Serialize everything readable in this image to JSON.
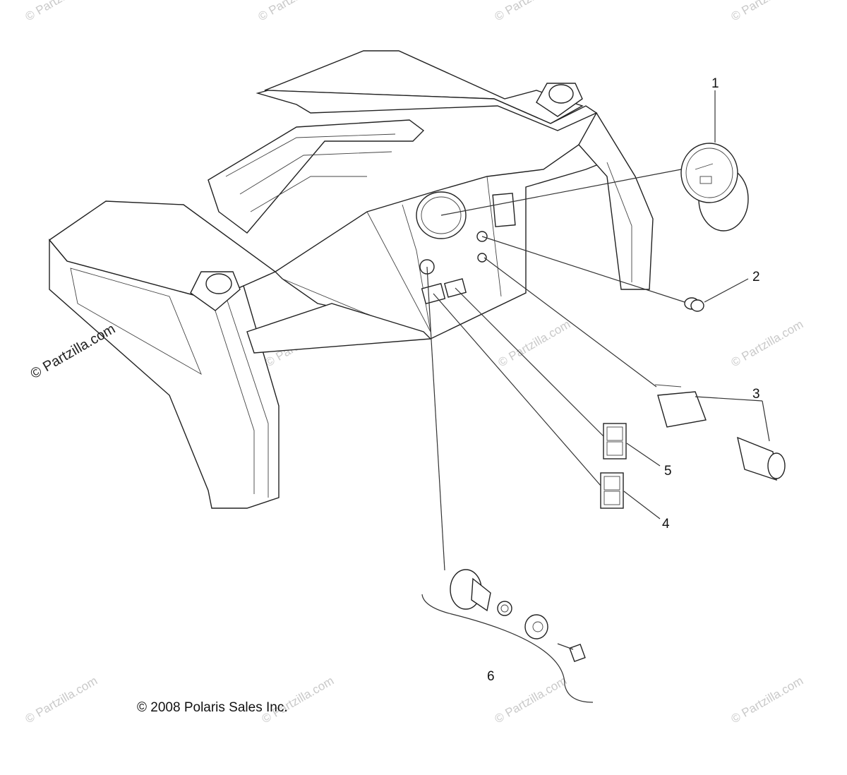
{
  "callouts": [
    {
      "id": "1",
      "label": "1"
    },
    {
      "id": "2",
      "label": "2"
    },
    {
      "id": "3",
      "label": "3"
    },
    {
      "id": "4",
      "label": "4"
    },
    {
      "id": "5",
      "label": "5"
    },
    {
      "id": "6",
      "label": "6"
    }
  ],
  "copyright": "© 2008 Polaris Sales Inc.",
  "watermark_main": "© Partzilla.com",
  "watermark_small": "© Partzilla.com",
  "colors": {
    "line": "#222222",
    "watermark": "#c9c9c9",
    "background": "#ffffff"
  }
}
